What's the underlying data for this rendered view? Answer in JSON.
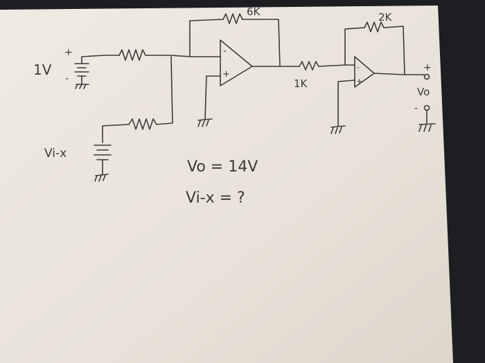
{
  "labels": {
    "source_voltage": "1V",
    "plus_sign": "+",
    "minus_sign": "-",
    "input_unknown": "Vi-x",
    "feedback_resistor_1": "6K",
    "coupling_resistor": "1K",
    "feedback_resistor_2": "2K",
    "output_label": "Vo"
  },
  "equations": {
    "given": "Vo = 14V",
    "question": "Vi-x = ?"
  },
  "colors": {
    "paper": "#ebe6dd",
    "background": "#1c1e21",
    "ink": "#3a3a3a"
  }
}
